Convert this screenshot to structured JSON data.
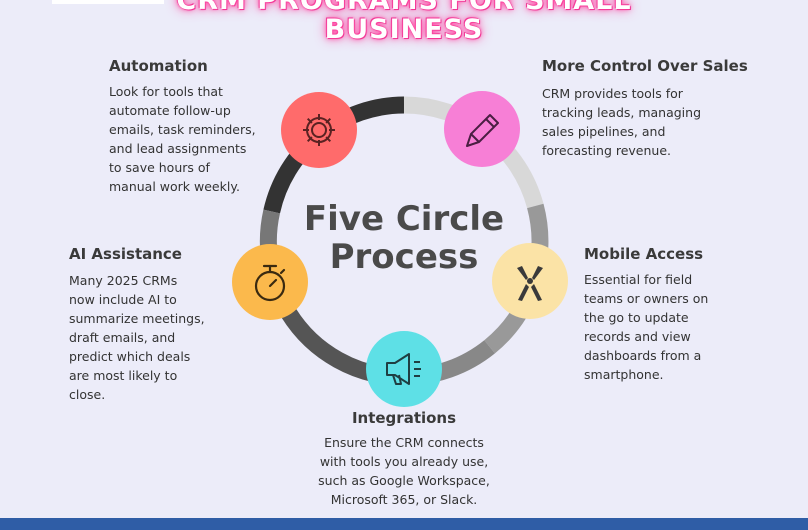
{
  "header": {
    "title_line1": "CRM PROGRAMS FOR SMALL",
    "title_line2": "BUSINESS"
  },
  "diagram": {
    "center_title_line1": "Five Circle",
    "center_title_line2": "Process",
    "ring_colors": {
      "dark": "#333333",
      "medium": "#666666",
      "gray": "#999999",
      "light": "#d8d8d8"
    },
    "nodes": [
      {
        "key": "automation",
        "heading": "Automation",
        "description": "Look for tools that\nautomate follow-up\nemails, task reminders,\nand lead assignments\nto save hours of\nmanual work weekly.",
        "icon": "gear-icon",
        "color": "#ff6b6b"
      },
      {
        "key": "sales",
        "heading": "More Control Over Sales",
        "description": "CRM provides tools for\ntracking leads, managing\nsales pipelines, and\nforecasting revenue.",
        "icon": "pencil-icon",
        "color": "#f77fd6"
      },
      {
        "key": "mobile",
        "heading": "Mobile Access",
        "description": "Essential for field\nteams or owners on\nthe go to update\nrecords and view\ndashboards from a\nsmartphone.",
        "icon": "pliers-icon",
        "color": "#fbe3a6"
      },
      {
        "key": "integrations",
        "heading": "Integrations",
        "description": "Ensure the CRM connects\nwith tools you already use,\nsuch as Google Workspace,\nMicrosoft 365, or Slack.",
        "icon": "megaphone-icon",
        "color": "#5ee0e6"
      },
      {
        "key": "ai",
        "heading": "AI Assistance",
        "description": "Many 2025 CRMs\nnow include AI to\nsummarize meetings,\ndraft emails, and\npredict which deals\nare most likely to\nclose.",
        "icon": "stopwatch-icon",
        "color": "#fbb94c"
      }
    ]
  }
}
